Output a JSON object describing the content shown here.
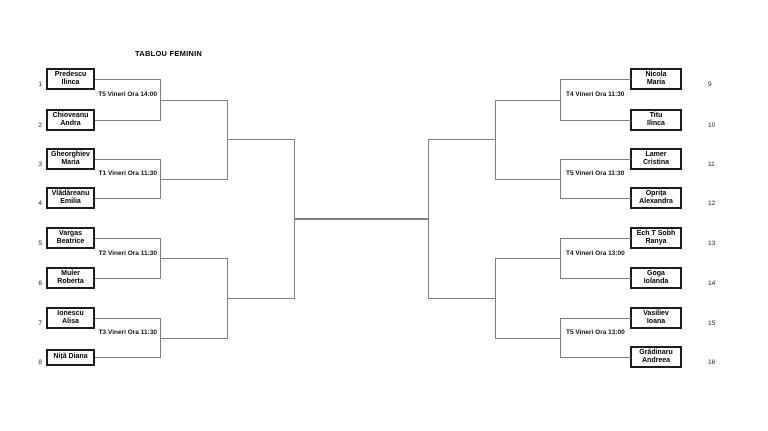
{
  "title": "TABLOU FEMININ",
  "colors": {
    "background": "#ffffff",
    "bracket_line": "#7f7f7f",
    "box_border": "#1c1c1c",
    "text": "#000000"
  },
  "players": [
    {
      "seed": "1",
      "name_lines": [
        "Predescu",
        "Ilinca"
      ]
    },
    {
      "seed": "2",
      "name_lines": [
        "Chioveanu",
        "Andra"
      ]
    },
    {
      "seed": "3",
      "name_lines": [
        "Gheorghiev",
        "Maria"
      ]
    },
    {
      "seed": "4",
      "name_lines": [
        "Vlădăreanu",
        "Emilia"
      ]
    },
    {
      "seed": "5",
      "name_lines": [
        "Vargas",
        "Beatrice"
      ]
    },
    {
      "seed": "6",
      "name_lines": [
        "Muler",
        "Roberta"
      ]
    },
    {
      "seed": "7",
      "name_lines": [
        "Ionescu",
        "Alisa"
      ]
    },
    {
      "seed": "8",
      "name_lines": [
        "Niță Diana"
      ]
    },
    {
      "seed": "9",
      "name_lines": [
        "Nicola",
        "Maria"
      ]
    },
    {
      "seed": "10",
      "name_lines": [
        "Titu",
        "Ilinca"
      ]
    },
    {
      "seed": "11",
      "name_lines": [
        "Lamer",
        "Cristina"
      ]
    },
    {
      "seed": "12",
      "name_lines": [
        "Oprița",
        "Alexandra"
      ]
    },
    {
      "seed": "13",
      "name_lines": [
        "Ech T Sobh",
        "Ranya"
      ]
    },
    {
      "seed": "14",
      "name_lines": [
        "Goga",
        "Iolanda"
      ]
    },
    {
      "seed": "15",
      "name_lines": [
        "Vasiliev",
        "Ioana"
      ]
    },
    {
      "seed": "16",
      "name_lines": [
        "Grădinaru",
        "Andreea"
      ]
    }
  ],
  "matches": {
    "left": [
      "T5 Vineri Ora 14:00",
      "T1 Vineri Ora 11:30",
      "T2 Vineri Ora 11:30",
      "T3 Vineri Ora 11:30"
    ],
    "right": [
      "T4 Vineri Ora 11:30",
      "T5 Vineri Ora 11:30",
      "T4 Vineri Ora 13:00",
      "T5 Vineri Ora 13:00"
    ]
  }
}
